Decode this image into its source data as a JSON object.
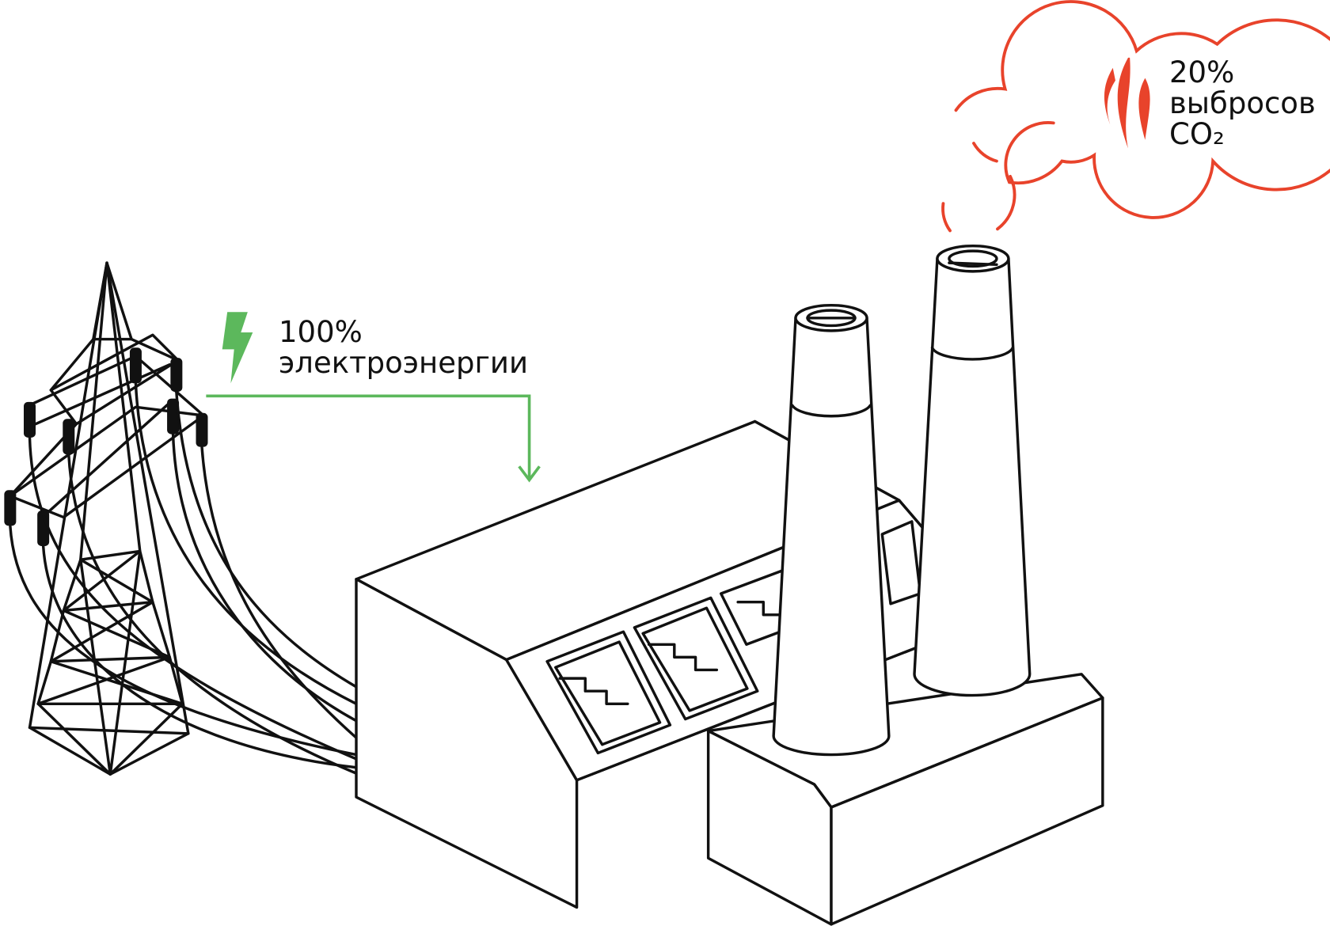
{
  "energy": {
    "value": "100%",
    "label": "электроэнергии",
    "icon": "lightning-icon",
    "color": "#5cb85c"
  },
  "emissions": {
    "value": "20%",
    "label": "выбросов",
    "gas": "CO₂",
    "icon": "heat-waves-icon",
    "color": "#e8432b"
  }
}
